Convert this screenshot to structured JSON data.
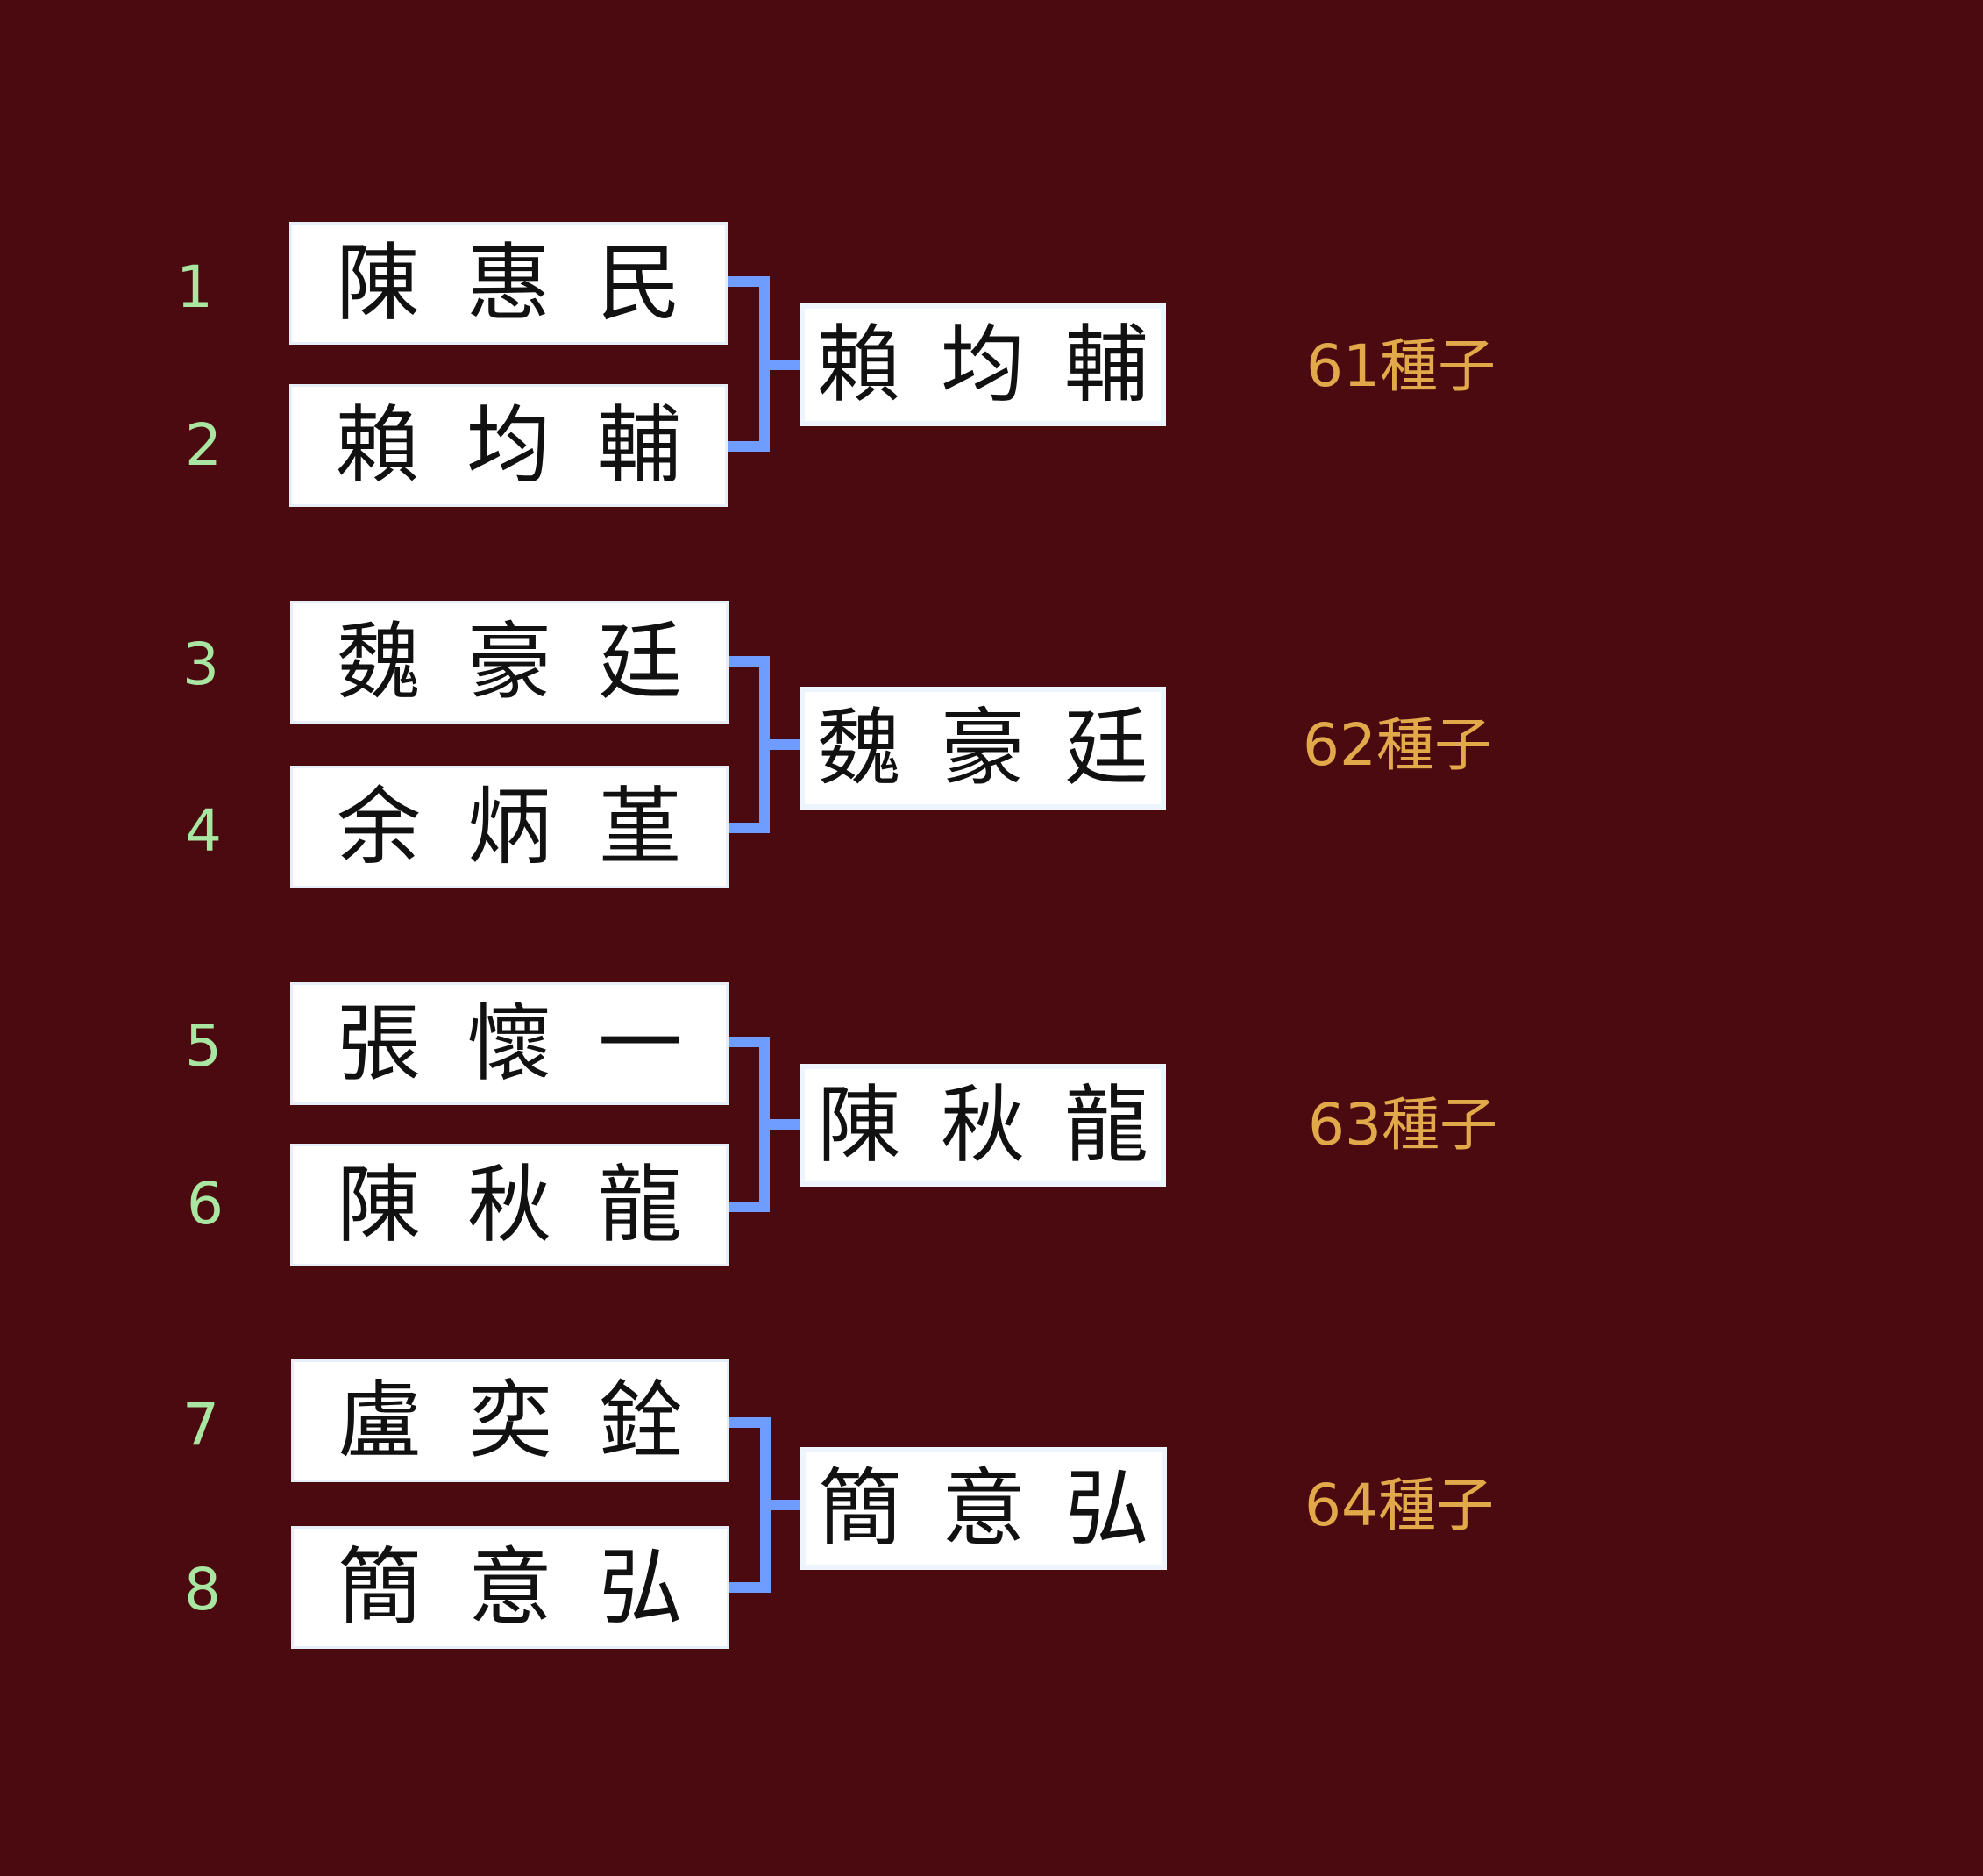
{
  "groups": [
    {
      "top": {
        "seed": "1",
        "name": [
          "陳",
          "惠",
          "民"
        ]
      },
      "bottom": {
        "seed": "2",
        "name": [
          "賴",
          "均",
          "輔"
        ]
      },
      "winner": [
        "賴",
        "均",
        "輔"
      ],
      "label": "61種子"
    },
    {
      "top": {
        "seed": "3",
        "name": [
          "魏",
          "豪",
          "廷"
        ]
      },
      "bottom": {
        "seed": "4",
        "name": [
          "余",
          "炳",
          "堇"
        ]
      },
      "winner": [
        "魏",
        "豪",
        "廷"
      ],
      "label": "62種子"
    },
    {
      "top": {
        "seed": "5",
        "name": [
          "張",
          "懷",
          "一"
        ]
      },
      "bottom": {
        "seed": "6",
        "name": [
          "陳",
          "秋",
          "龍"
        ]
      },
      "winner": [
        "陳",
        "秋",
        "龍"
      ],
      "label": "63種子"
    },
    {
      "top": {
        "seed": "7",
        "name": [
          "盧",
          "奕",
          "銓"
        ]
      },
      "bottom": {
        "seed": "8",
        "name": [
          "簡",
          "意",
          "弘"
        ]
      },
      "winner": [
        "簡",
        "意",
        "弘"
      ],
      "label": "64種子"
    }
  ],
  "colors": {
    "background": "#4a0a0f",
    "seed_number": "#a8e6a1",
    "connector": "#6f9cff",
    "seed_label": "#e2a94a"
  }
}
